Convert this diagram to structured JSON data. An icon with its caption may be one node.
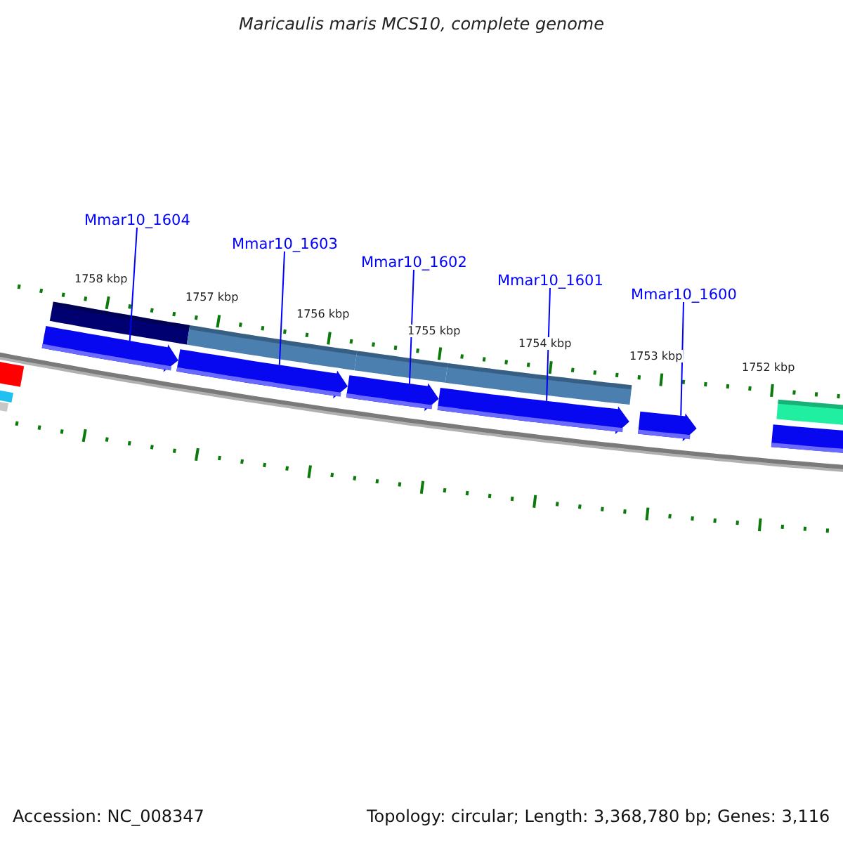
{
  "diagram": {
    "title": "Maricaulis maris MCS10, complete genome",
    "nodes": [
      {
        "text": [
          "Mmar10_1604"
        ]
      },
      {
        "text": [
          "Mmar10_1603"
        ]
      },
      {
        "text": [
          "Mmar10_1602"
        ]
      },
      {
        "text": [
          "Mmar10_1601"
        ]
      },
      {
        "text": [
          "Mmar10_1600"
        ]
      },
      {
        "text": [],
        "shape": "arrow"
      },
      {
        "text": [],
        "shape": "arrow"
      },
      {
        "text": [],
        "shape": "arrow"
      },
      {
        "text": [],
        "shape": "arrow"
      },
      {
        "text": [],
        "shape": "arrow"
      }
    ],
    "edges": [
      {
        "from": 0,
        "to": 5,
        "arrow": "none"
      },
      {
        "from": 1,
        "to": 6,
        "arrow": "none"
      },
      {
        "from": 2,
        "to": 7,
        "arrow": "none"
      },
      {
        "from": 3,
        "to": 8,
        "arrow": "none"
      },
      {
        "from": 4,
        "to": 9,
        "arrow": "none"
      }
    ],
    "labels": [
      "1758 kbp",
      "1757 kbp",
      "1756 kbp",
      "1755 kbp",
      "1754 kbp",
      "1753 kbp",
      "1752 kbp",
      "Accession: NC_008347",
      "Topology: circular; Length: 3,368,780 bp; Genes: 3,116"
    ]
  }
}
